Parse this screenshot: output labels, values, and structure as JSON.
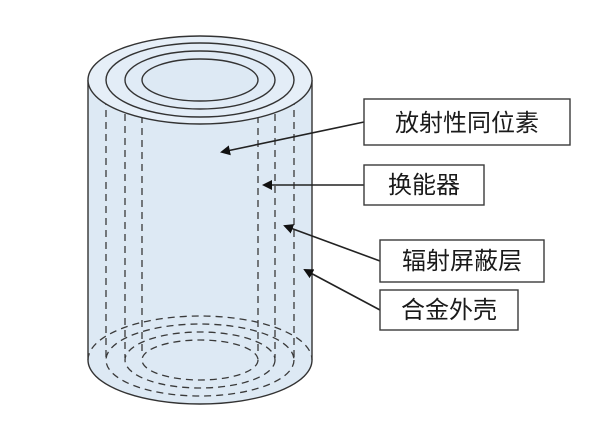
{
  "diagram": {
    "labels": [
      {
        "id": "radioisotope",
        "text": "放射性同位素"
      },
      {
        "id": "transducer",
        "text": "换能器"
      },
      {
        "id": "radiation-shield",
        "text": "辐射屏蔽层"
      },
      {
        "id": "alloy-shell",
        "text": "合金外壳"
      }
    ]
  },
  "colors": {
    "cylinder_fill": "#dde9f4",
    "outline": "#333333",
    "ellipse_line": "#4a4a4a",
    "background": "#ffffff"
  }
}
